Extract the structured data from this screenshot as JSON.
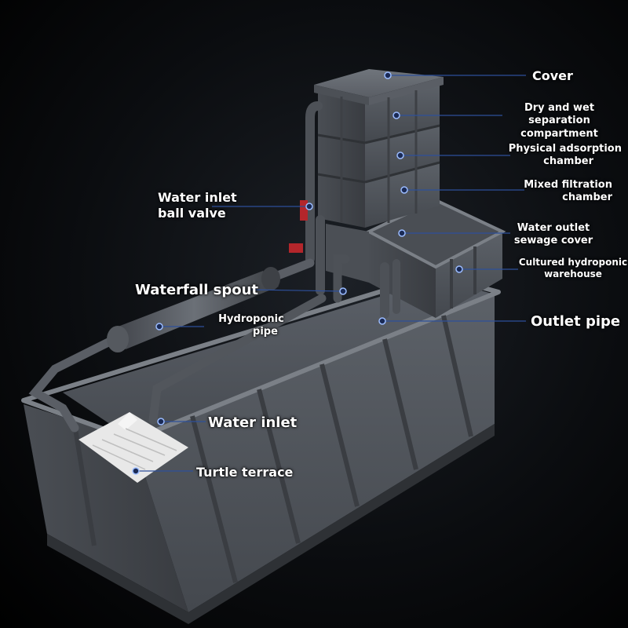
{
  "labels": {
    "cover": "Cover",
    "dry_wet_1": "Dry and wet separation",
    "dry_wet_2": "compartment",
    "physical_1": "Physical adsorption",
    "physical_2": "chamber",
    "mixed_1": "Mixed filtration",
    "mixed_2": "chamber",
    "outlet_cover_1": "Water outlet",
    "outlet_cover_2": "sewage cover",
    "cultured_1": "Cultured hydroponic",
    "cultured_2": "warehouse",
    "outlet_pipe": "Outlet pipe",
    "inlet_valve_1": "Water inlet",
    "inlet_valve_2": "ball valve",
    "waterfall": "Waterfall spout",
    "hydro_pipe_1": "Hydroponic",
    "hydro_pipe_2": "pipe",
    "water_inlet": "Water inlet",
    "turtle": "Turtle terrace"
  },
  "colors": {
    "background": "#000000",
    "crate": "#55595f",
    "crate_dark": "#3a3d42",
    "crate_light": "#6d7278",
    "pipe": "#5b5f66",
    "valve_handle": "#b3262b",
    "terrace": "#e8e8e8",
    "callout_dot": "#7fa6ff",
    "callout_line": "#2d4f9a"
  }
}
